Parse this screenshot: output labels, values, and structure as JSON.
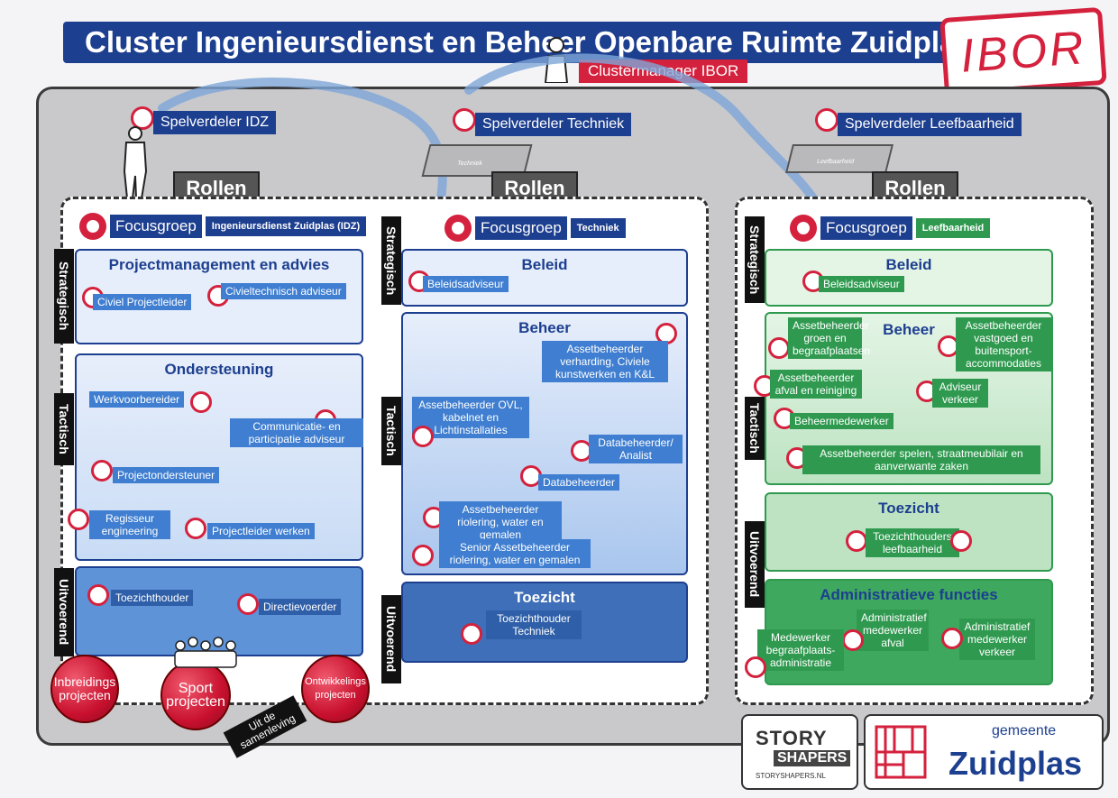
{
  "header": {
    "title": "Cluster Ingenieursdienst en Beheer  Openbare Ruimte Zuidplas",
    "stamp": "IBOR",
    "manager": "Clustermanager IBOR"
  },
  "spelverdelers": [
    "Spelverdeler IDZ",
    "Spelverdeler Techniek",
    "Spelverdeler Leefbaarheid"
  ],
  "desk_labels": [
    "Techniek",
    "Leefbaarheid"
  ],
  "rollen_label": "Rollen",
  "levels": {
    "strategisch": "Strategisch",
    "tactisch": "Tactisch",
    "uitvoerend": "Uitvoerend"
  },
  "idz": {
    "focus": "Focusgroep",
    "focus_sub": "Ingenieursdienst Zuidplas (IDZ)",
    "pm_title": "Projectmanagement en advies",
    "pm_roles": [
      "Civiel Projectleider",
      "Civieltechnisch adviseur"
    ],
    "ond_title": "Ondersteuning",
    "ond_roles": [
      "Werkvoorbereider",
      "Communicatie- en participatie adviseur",
      "Projectondersteuner",
      "Regisseur engineering",
      "Projectleider werken"
    ],
    "uit_roles": [
      "Toezichthouder",
      "Directievoerder"
    ]
  },
  "techniek": {
    "focus": "Focusgroep",
    "focus_sub": "Techniek",
    "beleid_title": "Beleid",
    "beleid_role": "Beleidsadviseur",
    "beheer_title": "Beheer",
    "beheer_roles": [
      "Assetbeheerder verharding, Civiele kunstwerken en K&L",
      "Assetbeheerder OVL, kabelnet en Lichtinstallaties",
      "Databeheerder/ Analist",
      "Databeheerder",
      "Assetbeheerder riolering, water en gemalen",
      "Senior Assetbeheerder riolering, water en gemalen"
    ],
    "toezicht_title": "Toezicht",
    "toezicht_role": "Toezichthouder Techniek"
  },
  "leef": {
    "focus": "Focusgroep",
    "focus_sub": "Leefbaarheid",
    "beleid_title": "Beleid",
    "beleid_role": "Beleidsadviseur",
    "beheer_title": "Beheer",
    "beheer_roles": [
      "Assetbeheerder groen en begraafplaatsen",
      "Assetbeheerder vastgoed en buitensport-accommodaties",
      "Assetbeheerder afval en reiniging",
      "Adviseur verkeer",
      "Beheermedewerker",
      "Assetbeheerder spelen, straatmeubilair en aanverwante zaken"
    ],
    "toezicht_title": "Toezicht",
    "toezicht_role": "Toezichthouders leefbaarheid",
    "admin_title": "Administratieve functies",
    "admin_roles": [
      "Administratief medewerker afval",
      "Administratief medewerker verkeer",
      "Medewerker begraafplaats-administratie"
    ]
  },
  "balls": [
    "Inbreidings projecten",
    "Sport projecten",
    "Ontwikkelings projecten"
  ],
  "uit_de": "Uit de samenleving",
  "logos": {
    "story": "STORY",
    "shapers": "SHAPERS",
    "url": "STORYSHAPERS.NL",
    "gemeente": "gemeente",
    "zuidplas": "Zuidplas"
  },
  "colors": {
    "brand_blue": "#1d3f8f",
    "accent_red": "#d4213d",
    "green": "#2f9a4f"
  }
}
